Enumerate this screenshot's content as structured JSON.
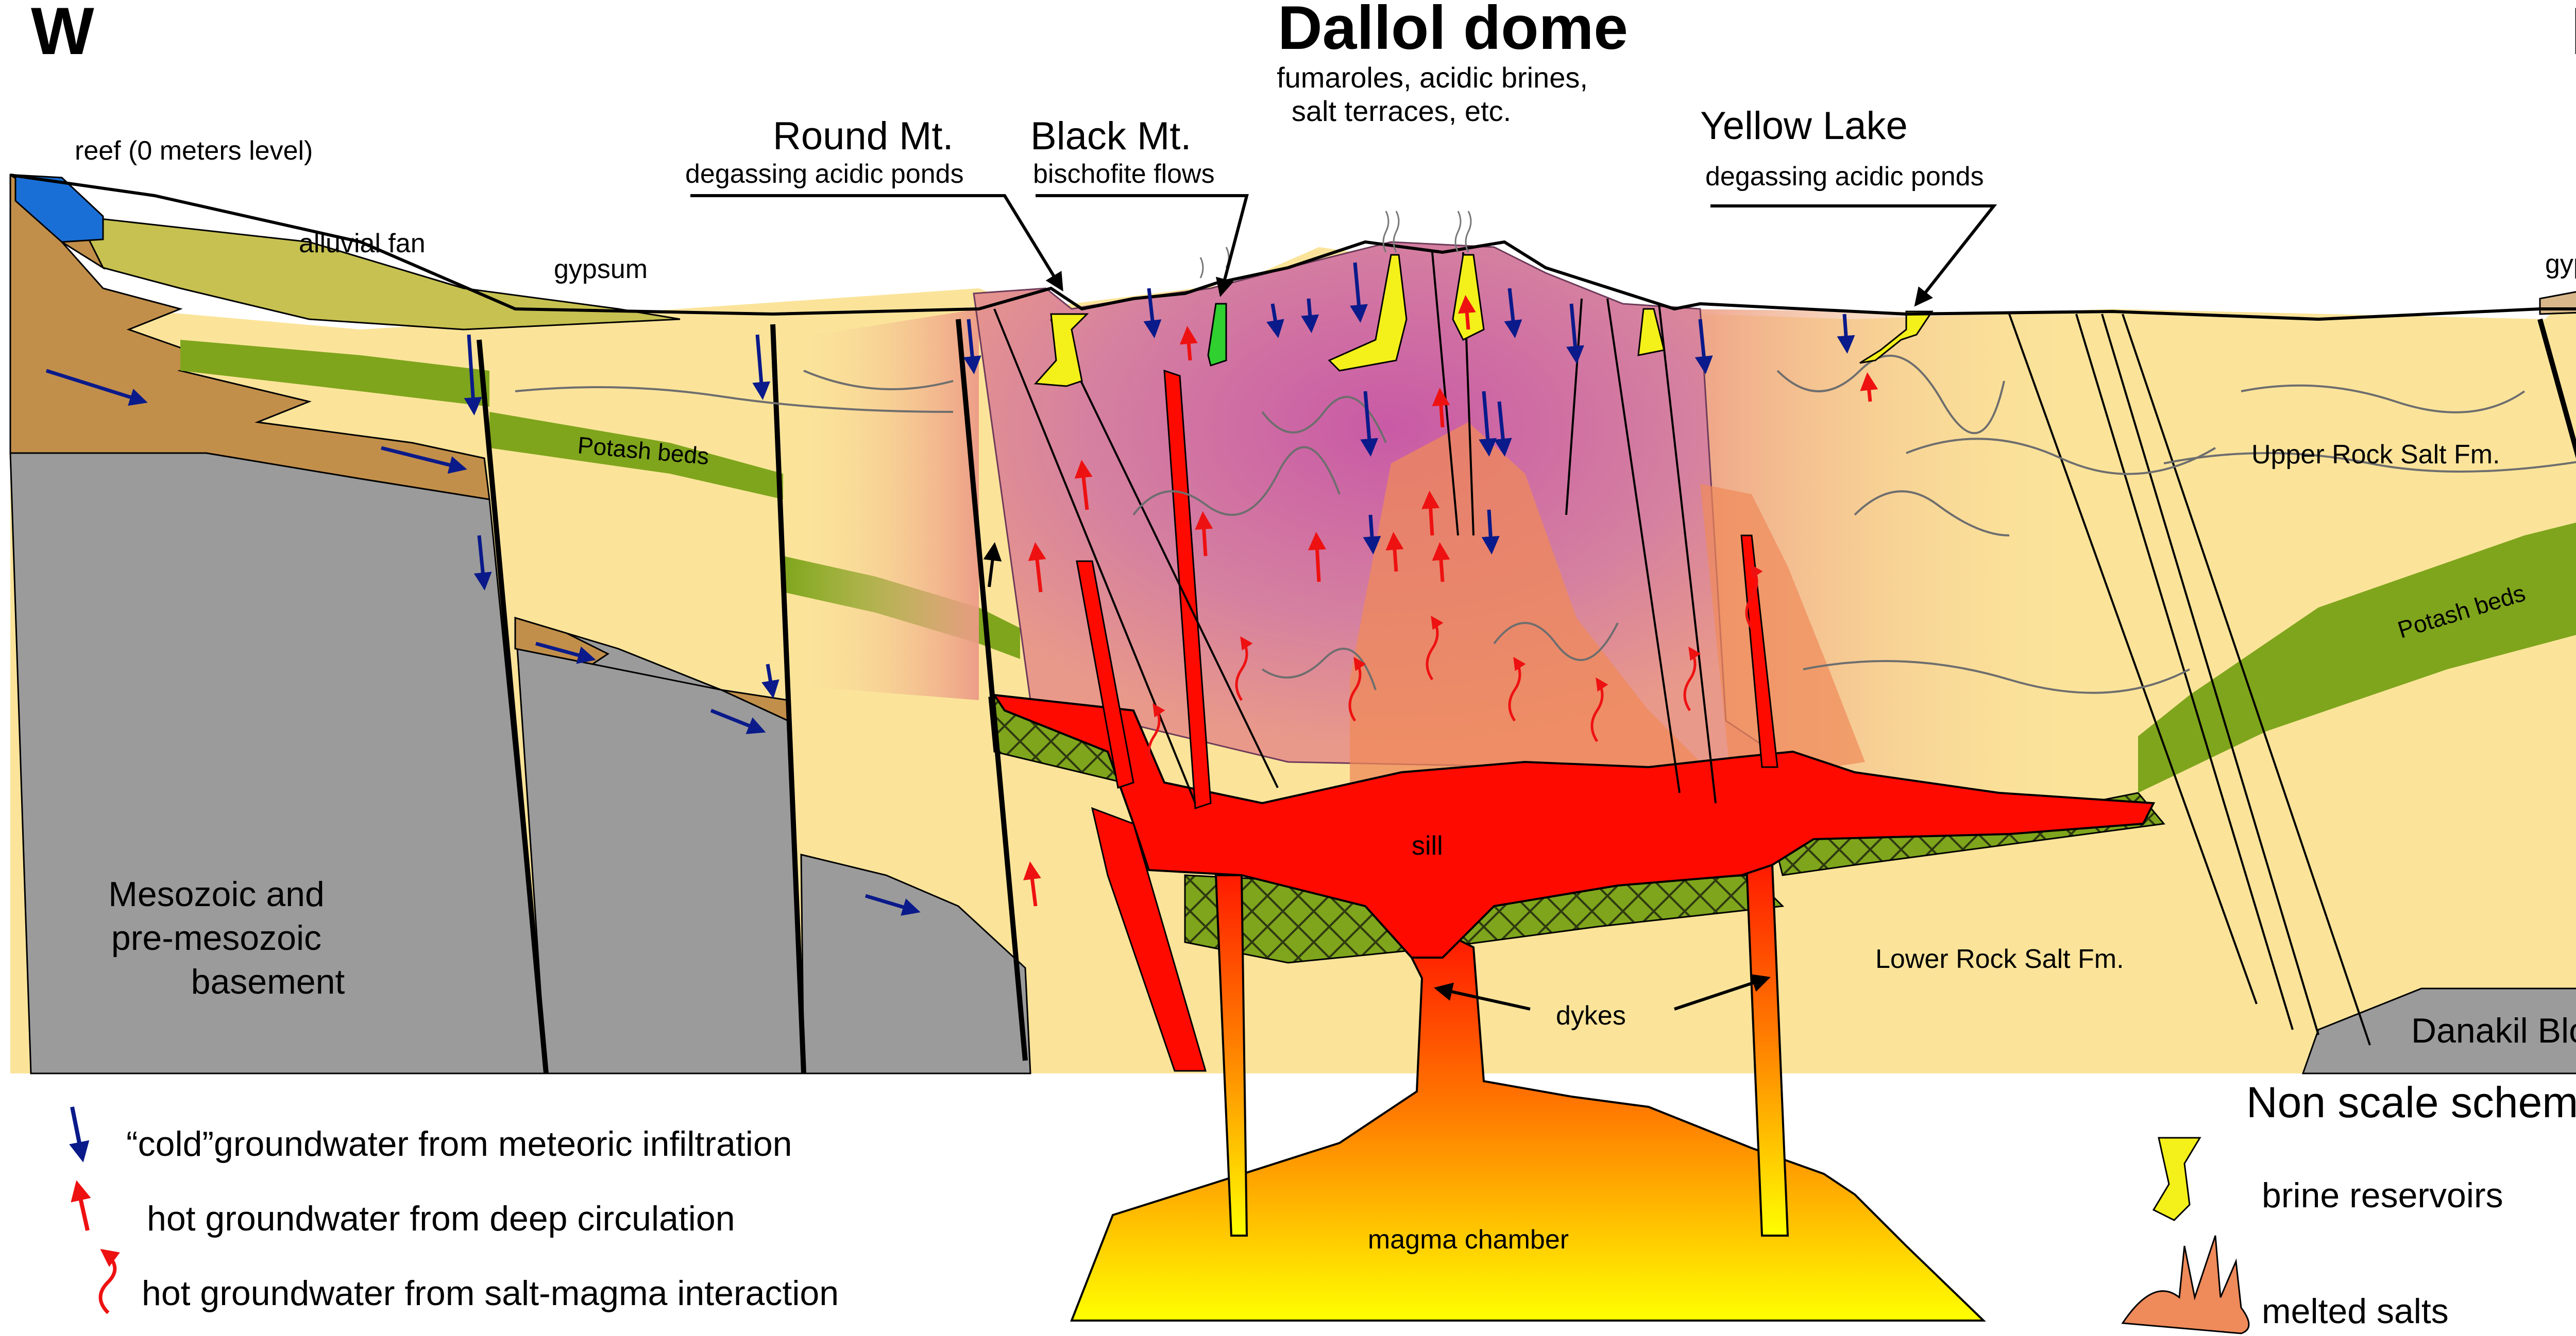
{
  "compass": {
    "west": "W",
    "east": "E"
  },
  "title": "Dallol dome",
  "subtitle_lines": [
    "fumaroles, acidic brines,",
    "salt terraces, etc."
  ],
  "features": {
    "round_mt": {
      "name": "Round Mt.",
      "desc": "degassing acidic ponds"
    },
    "black_mt": {
      "name": "Black Mt.",
      "desc": "bischofite flows"
    },
    "yellow_lake": {
      "name": "Yellow Lake",
      "desc": "degassing acidic ponds"
    }
  },
  "labels": {
    "reef": "reef (0 meters level)",
    "alluvial_fan": "alluvial fan",
    "gypsum_left": "gypsum",
    "gypsum_right": "gypsum",
    "potash_left": "Potash beds",
    "potash_right": "Potash beds",
    "upper_salt": "Upper Rock Salt Fm.",
    "lower_salt": "Lower Rock Salt Fm.",
    "basement_lines": [
      "Mesozoic and",
      "pre-mesozoic",
      "basement"
    ],
    "sill": "sill",
    "dykes": "dykes",
    "magma_chamber": "magma chamber",
    "danakil": "Danakil Block",
    "non_scale": "Non scale scheme"
  },
  "legend": {
    "cold": "“cold”groundwater from meteoric infiltration",
    "hot_deep": "hot groundwater from deep circulation",
    "hot_salt": "hot groundwater from salt-magma interaction",
    "brine": "brine reservoirs",
    "melted": "melted salts"
  },
  "colors": {
    "rock_salt": "#fbe49a",
    "basement": "#9b9b9b",
    "alluvial": "#c28f4a",
    "fan": "#c7c151",
    "potash": "#7fa51c",
    "reef": "#1a6fd6",
    "magma_red": "#ff0000",
    "magma_yellow": "#ffff00",
    "dome_pink": "#d77ba0",
    "dome_orange": "#f0906c",
    "cold_arrow": "#0a1a8a",
    "hot_arrow": "#ee1111",
    "brine": "#f4f01a"
  }
}
